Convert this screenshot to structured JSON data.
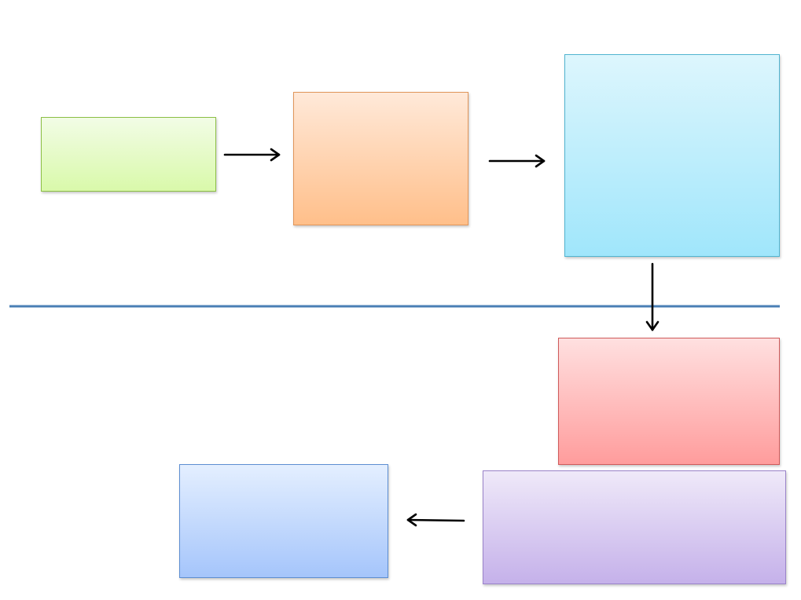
{
  "diagram": {
    "background": "#ffffff",
    "nodes": [
      {
        "id": "green-box",
        "label": "",
        "fill_top": "#f2fce6",
        "fill_bottom": "#d9f9aa",
        "border": "#8cbf45"
      },
      {
        "id": "orange-box",
        "label": "",
        "fill_top": "#ffe9d9",
        "fill_bottom": "#ffbf8a",
        "border": "#e0955a"
      },
      {
        "id": "cyan-box",
        "label": "",
        "fill_top": "#ddf6fd",
        "fill_bottom": "#a0e6fb",
        "border": "#50b4d0"
      },
      {
        "id": "red-box",
        "label": "",
        "fill_top": "#ffe0e0",
        "fill_bottom": "#ff9c9c",
        "border": "#cf5a5a"
      },
      {
        "id": "purple-box",
        "label": "",
        "fill_top": "#efe9f9",
        "fill_bottom": "#c5b1ea",
        "border": "#9a83c9"
      },
      {
        "id": "blue-box",
        "label": "",
        "fill_top": "#e4efff",
        "fill_bottom": "#a5c5fb",
        "border": "#5d8ed2"
      }
    ],
    "edges": [
      {
        "from": "green-box",
        "to": "orange-box",
        "direction": "right"
      },
      {
        "from": "orange-box",
        "to": "cyan-box",
        "direction": "right"
      },
      {
        "from": "cyan-box",
        "to": "red-box",
        "direction": "down"
      },
      {
        "from": "purple-box",
        "to": "blue-box",
        "direction": "left"
      }
    ],
    "divider_color": "#4a7fb5",
    "arrow_color": "#000000"
  }
}
